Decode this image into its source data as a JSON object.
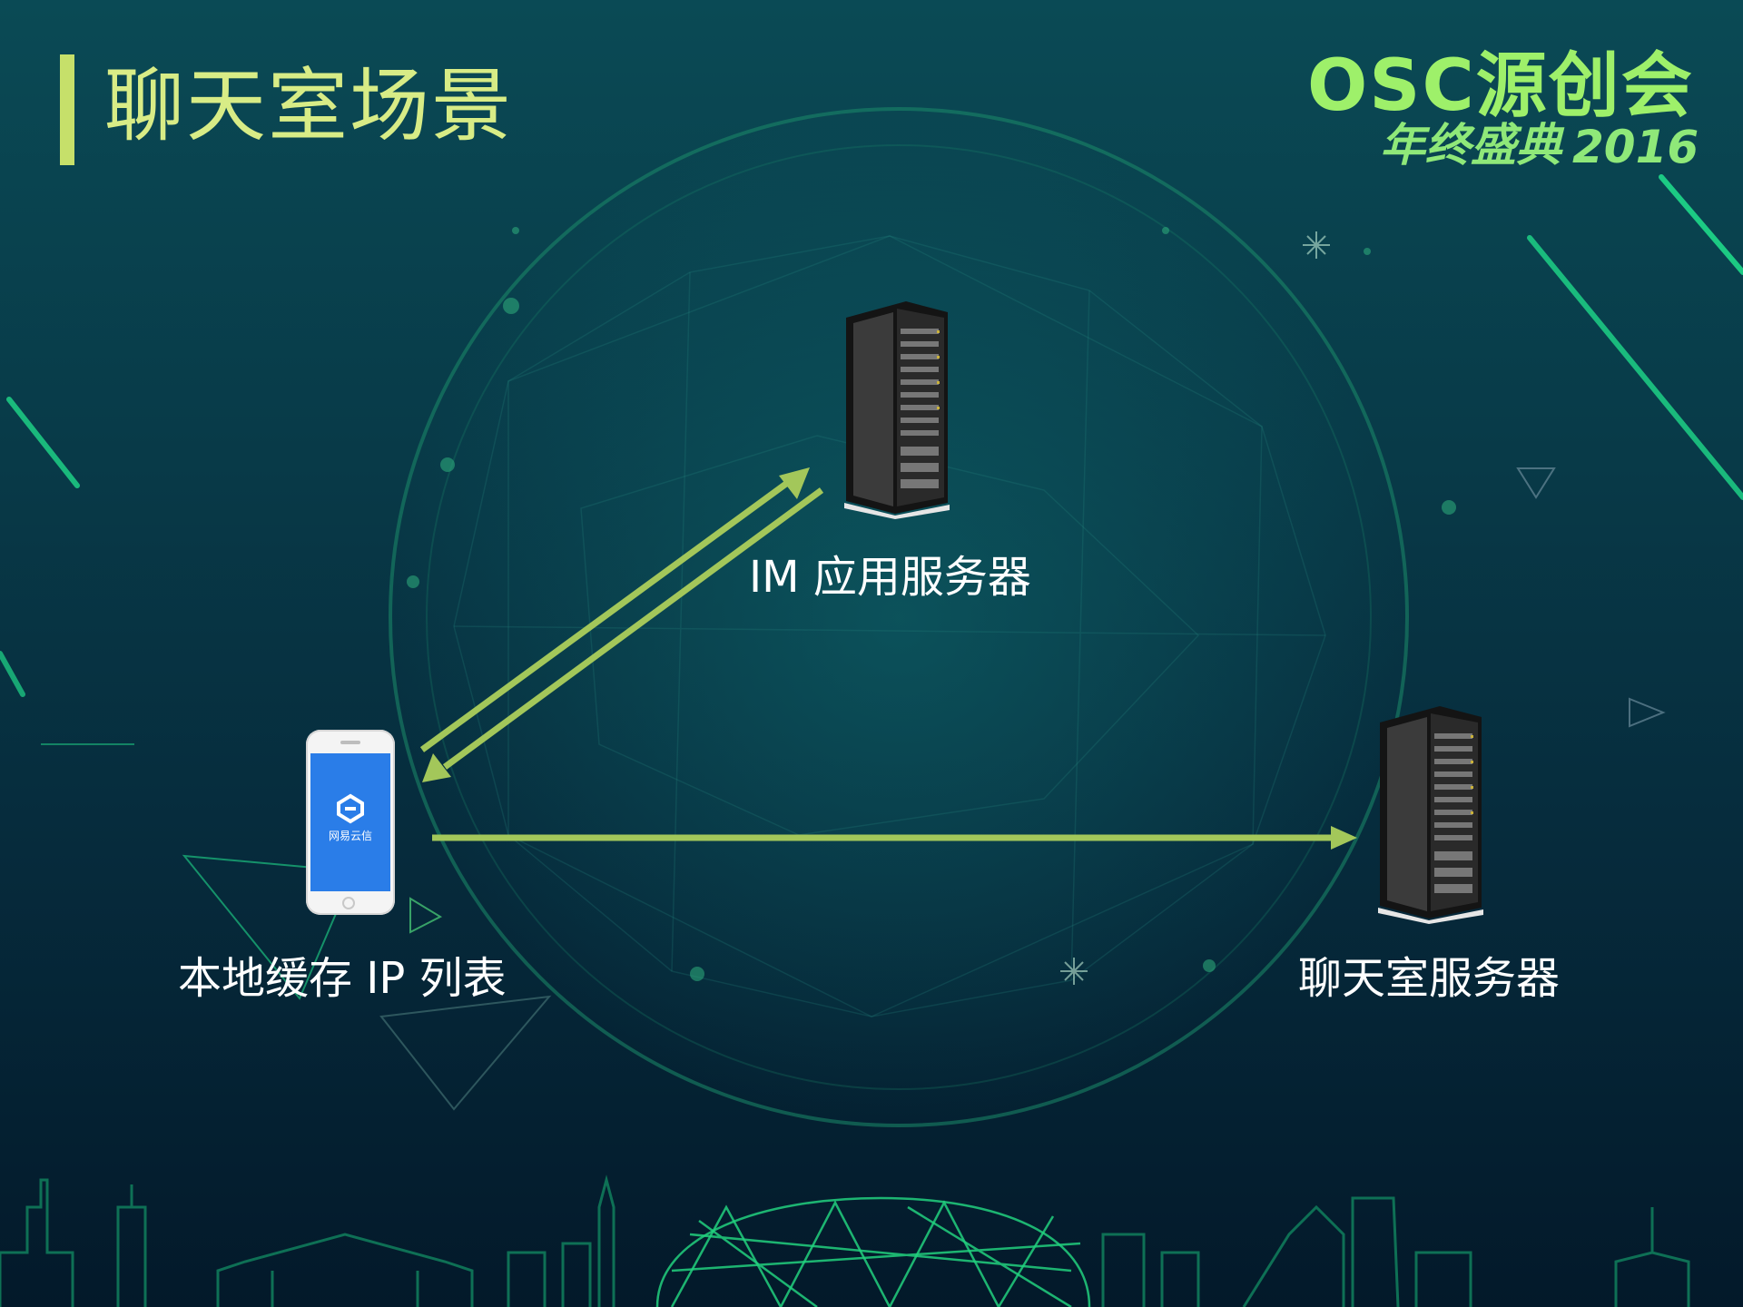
{
  "slide": {
    "title": "聊天室场景",
    "logo": {
      "main": "OSC源创会",
      "sub": "年终盛典",
      "year": "2016"
    }
  },
  "nodes": {
    "im_server": {
      "label": "IM 应用服务器"
    },
    "client": {
      "label": "本地缓存 IP 列表",
      "phone_app_name": "网易云信"
    },
    "chat_server": {
      "label": "聊天室服务器"
    }
  },
  "colors": {
    "accent": "#c6e06a",
    "arrow": "#a3c75a",
    "title": "#d8ec86",
    "logo": "#9ef06a",
    "phone_screen": "#2a7de8",
    "decor_green": "#1fd98a"
  }
}
